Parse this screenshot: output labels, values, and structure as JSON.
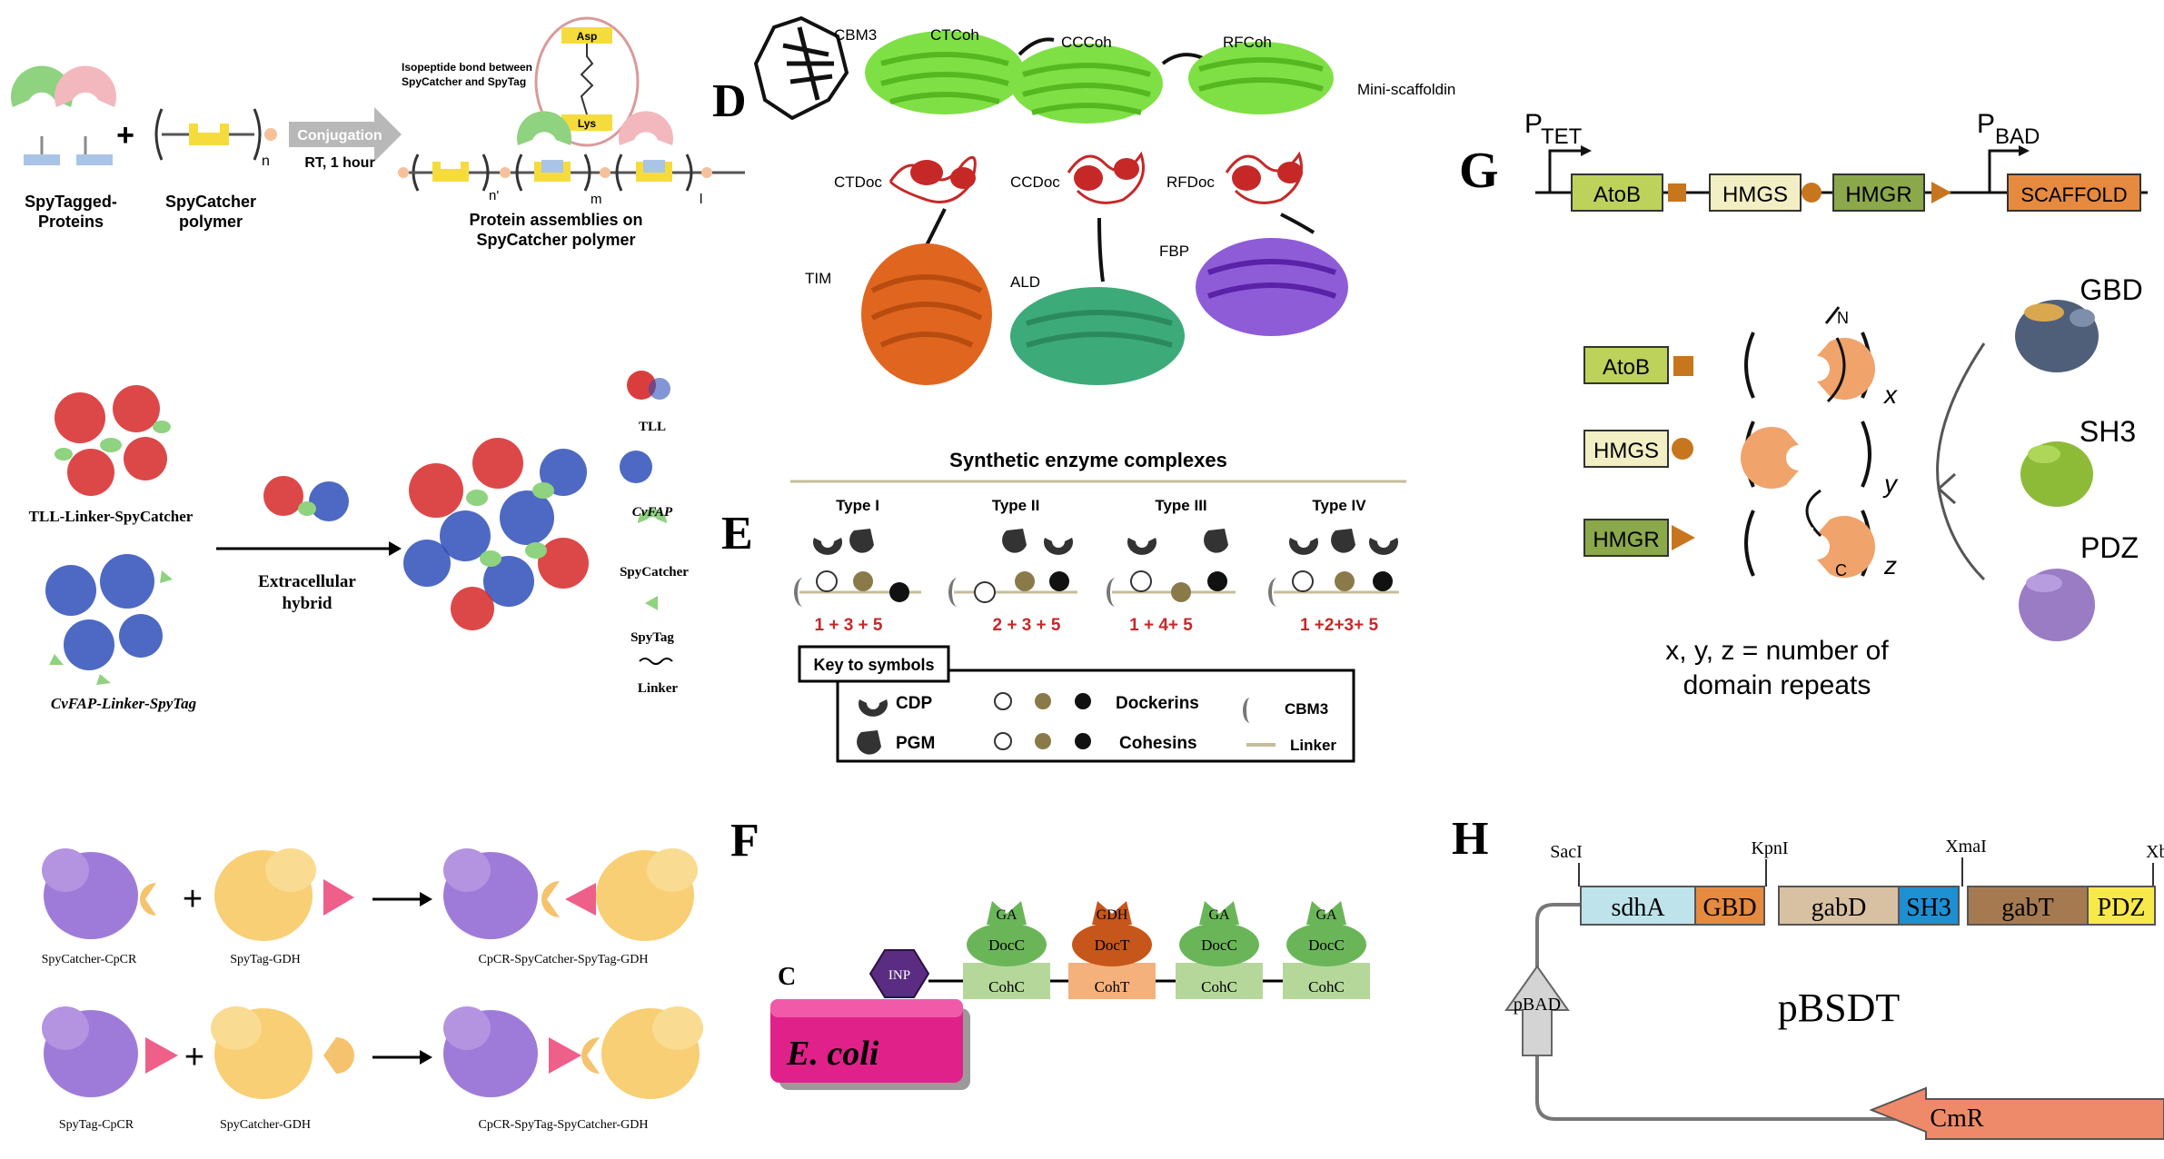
{
  "panel_a": {
    "spytagged_label_1": "SpyTagged-",
    "spytagged_label_2": "Proteins",
    "spycatcher_label_1": "SpyCatcher",
    "spycatcher_label_2": "polymer",
    "plus": "+",
    "n": "n",
    "conjugation": "Conjugation",
    "conditions": "RT, 1 hour",
    "isopeptide_1": "Isopeptide bond between",
    "isopeptide_2": "SpyCatcher and SpyTag",
    "asp": "Asp",
    "lys": "Lys",
    "n_prime": "n'",
    "m": "m",
    "l": "l",
    "assemblies_1": "Protein assemblies on",
    "assemblies_2": "SpyCatcher polymer"
  },
  "panel_b": {
    "tll_label": "TLL-Linker-SpyCatcher",
    "cvfap_label": "CvFAP-Linker-SpyTag",
    "arrow_label_1": "Extracellular",
    "arrow_label_2": "hybrid",
    "legend": [
      "TLL",
      "CvFAP",
      "SpyCatcher",
      "SpyTag",
      "Linker"
    ]
  },
  "panel_c_top": {
    "plus": "+",
    "left_label": "SpyCatcher-CpCR",
    "mid_label": "SpyTag-GDH",
    "right_label": "CpCR-SpyCatcher-SpyTag-GDH"
  },
  "panel_c_bottom": {
    "plus": "+",
    "left_label": "SpyTag-CpCR",
    "mid_label": "SpyCatcher-GDH",
    "right_label": "CpCR-SpyTag-SpyCatcher-GDH"
  },
  "panel_d": {
    "letter": "D",
    "cbm3": "CBM3",
    "ctcoh": "CTCoh",
    "cccoh": "CCCoh",
    "rfcoh": "RFCoh",
    "mini_scaffoldin": "Mini-scaffoldin",
    "ctdoc": "CTDoc",
    "ccdoc": "CCDoc",
    "rfdoc": "RFDoc",
    "tim": "TIM",
    "ald": "ALD",
    "fbp": "FBP"
  },
  "panel_e": {
    "letter": "E",
    "title": "Synthetic enzyme complexes",
    "types": [
      {
        "name": "Type I",
        "formula": "1 + 3 + 5"
      },
      {
        "name": "Type II",
        "formula": "2 + 3 + 5"
      },
      {
        "name": "Type III",
        "formula": "1 + 4+ 5"
      },
      {
        "name": "Type IV",
        "formula": "1 +2+3+ 5"
      }
    ],
    "key_title": "Key to symbols",
    "cdp": "CDP",
    "pgm": "PGM",
    "dockerins": "Dockerins",
    "cohesins": "Cohesins",
    "cbm3": "CBM3",
    "linker": "Linker"
  },
  "panel_f": {
    "letter": "F",
    "c_label": "C",
    "ecoli": "E. coli",
    "inp": "INP",
    "modules": [
      {
        "enzyme": "GA",
        "doc": "DocC",
        "coh": "CohC"
      },
      {
        "enzyme": "GDH",
        "doc": "DocT",
        "coh": "CohT"
      },
      {
        "enzyme": "GA",
        "doc": "DocC",
        "coh": "CohC"
      },
      {
        "enzyme": "GA",
        "doc": "DocC",
        "coh": "CohC"
      }
    ]
  },
  "panel_g": {
    "letter": "G",
    "p_tet": "P",
    "p_tet_sub": "TET",
    "p_bad": "P",
    "p_bad_sub": "BAD",
    "genes": [
      "AtoB",
      "HMGS",
      "HMGR"
    ],
    "scaffold": "SCAFFOLD",
    "domains": [
      "GBD",
      "SH3",
      "PDZ"
    ],
    "repeats": [
      "x",
      "y",
      "z"
    ],
    "n_term": "N",
    "c_term": "C",
    "note_1": "x, y, z = number of",
    "note_2": "domain repeats",
    "structures": [
      "GBD",
      "SH3",
      "PDZ"
    ]
  },
  "panel_h": {
    "letter": "H",
    "sites": [
      "SacI",
      "KpnI",
      "XmaI",
      "Xb"
    ],
    "genes": [
      "sdhA",
      "GBD",
      "gabD",
      "SH3",
      "gabT",
      "PDZ"
    ],
    "plasmid": "pBSDT",
    "pbad": "pBAD",
    "cmr": "CmR"
  },
  "colors": {
    "spy_green": "#8fd27f",
    "spy_pink": "#f2b8bd",
    "tag_blue": "#a9c4e6",
    "yellow": "#f5dc3c",
    "protein_green": "#7fe045",
    "docking_red": "#c62828",
    "tim_orange": "#e0661f",
    "ald_green": "#3daa7a",
    "fbp_purple": "#7b3fd1",
    "dark_brown": "#8a7a4a",
    "purple_cloud": "#9f7bd9",
    "gold_cloud": "#f8cf74",
    "spytag_pink": "#ee5f8a",
    "ecoli_magenta": "#e0218a",
    "inp_purple": "#5a2d82",
    "doc_green": "#6bb559",
    "coh_green": "#b5d89a",
    "doc_orange": "#c7561a",
    "coh_orange": "#f4b17c",
    "gene_green": "#bcd25a",
    "gene_cream": "#f2efc4",
    "gene_olive": "#8ba84b",
    "scaffold_orange": "#e58a3e",
    "domain_orange": "#f0a36a",
    "sdha_cyan": "#bfe3ea",
    "gbd_orange": "#e58a3e",
    "gabd_tan": "#d8c0a2",
    "sh3_blue": "#1e8fd1",
    "gabt_brown": "#a57a51",
    "pdz_yellow": "#f8e94b",
    "cmr_salmon": "#ee8a6a"
  }
}
